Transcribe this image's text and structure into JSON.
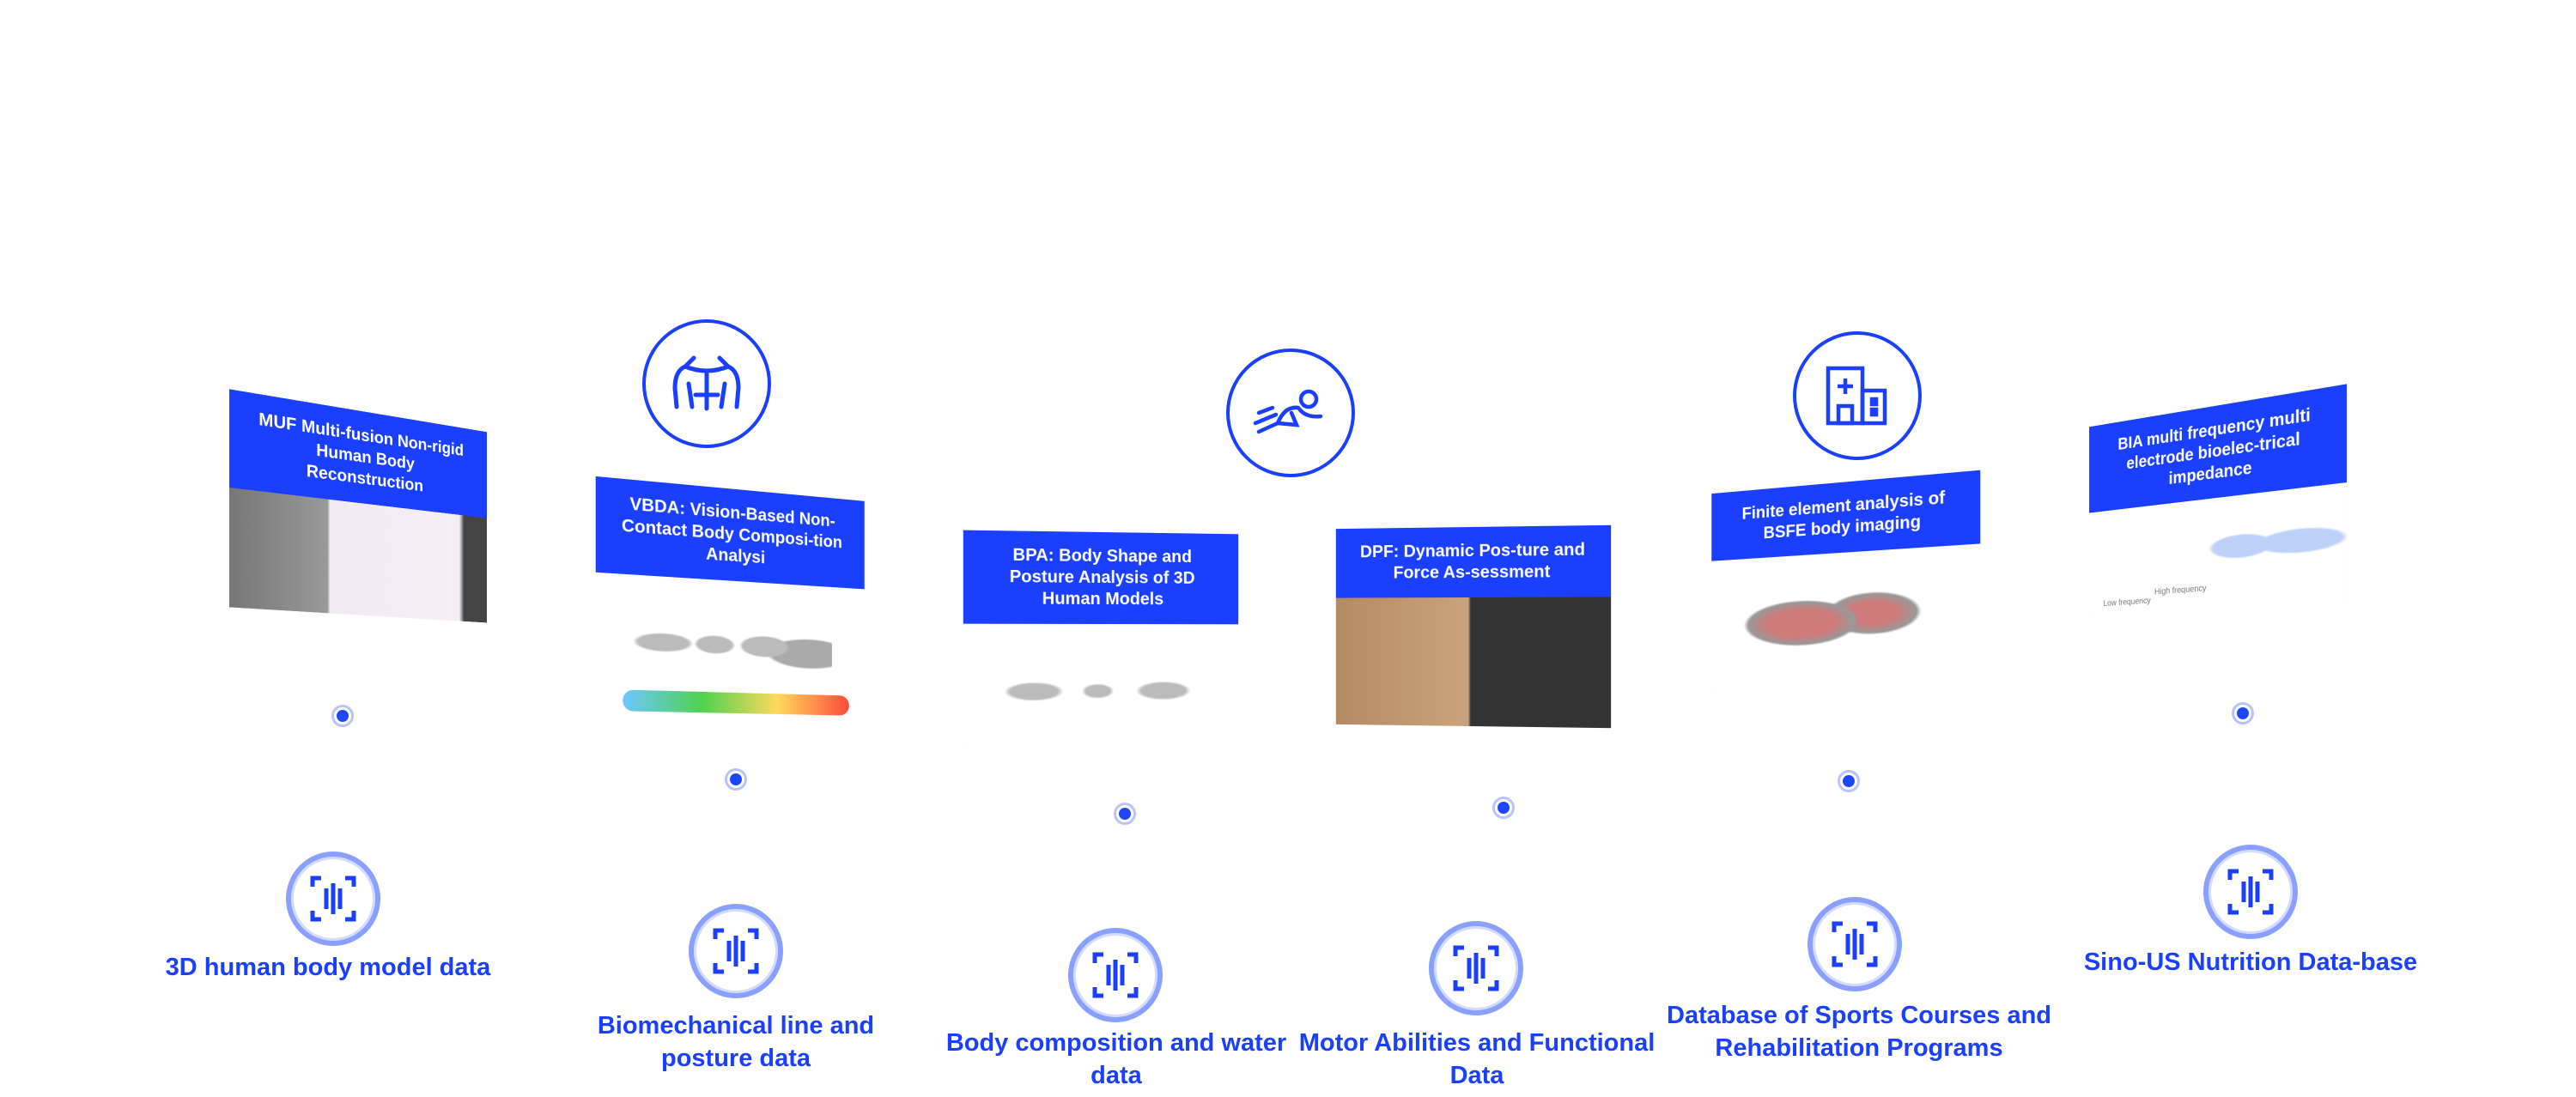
{
  "colors": {
    "brand_blue": "#1a3fff",
    "ring_blue": "#8aa0ff",
    "background": "#ffffff"
  },
  "cards": [
    {
      "title": "MUF Multi-fusion Non-rigid Human Body Reconstruction",
      "image": "lab-capture-photo"
    },
    {
      "title": "VBDA: Vision-Based Non-Contact Body Composi-tion Analysi",
      "image": "body-shape-gradient"
    },
    {
      "title": "BPA: Body Shape and Posture Analysis of 3D Human Models",
      "image": "posture-models"
    },
    {
      "title": "DPF: Dynamic Pos-ture and Force As-sessment",
      "image": "walking-muscle-sim"
    },
    {
      "title": "Finite element analysis of BSFE body imaging",
      "image": "spine-imaging"
    },
    {
      "title": "BIA multi frequency multi electrode bioelec-trical impedance",
      "image": "impedance-diagram",
      "captions": [
        "Low frequency",
        "High frequency"
      ]
    }
  ],
  "top_icons": [
    "torso-muscle-icon",
    "runner-icon",
    "hospital-icon"
  ],
  "labels": [
    "3D human body model data",
    "Biomechanical line and posture data",
    "Body composition and water data",
    "Motor Abilities and Functional Data",
    "Database of Sports Courses and Rehabilitation Programs",
    "Sino-US Nutrition Data-base"
  ]
}
